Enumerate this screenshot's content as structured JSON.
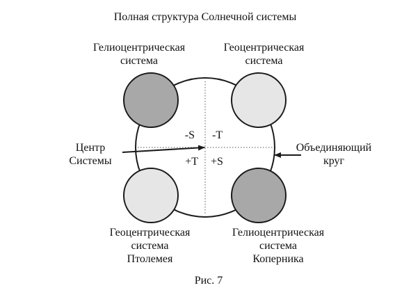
{
  "title": "Полная структура Солнечной системы",
  "caption": "Рис. 7",
  "colors": {
    "heliocentric_fill": "#a8a8a8",
    "geocentric_fill": "#e6e6e6",
    "stroke": "#1a1a1a",
    "text": "#111111"
  },
  "labels": {
    "top_left": [
      "Гелиоцентрическая",
      "система"
    ],
    "top_right": [
      "Геоцентрическая",
      "система"
    ],
    "bottom_left": [
      "Геоцентрическая",
      "система",
      "Птолемея"
    ],
    "bottom_right": [
      "Гелиоцентрическая",
      "система",
      "Коперника"
    ],
    "center_system": [
      "Центр",
      "Системы"
    ],
    "unifying_circle": [
      "Объединяющий",
      "круг"
    ]
  },
  "quadrants": {
    "top_left": "-S",
    "top_right": "-T",
    "bottom_left": "+T",
    "bottom_right": "+S"
  }
}
